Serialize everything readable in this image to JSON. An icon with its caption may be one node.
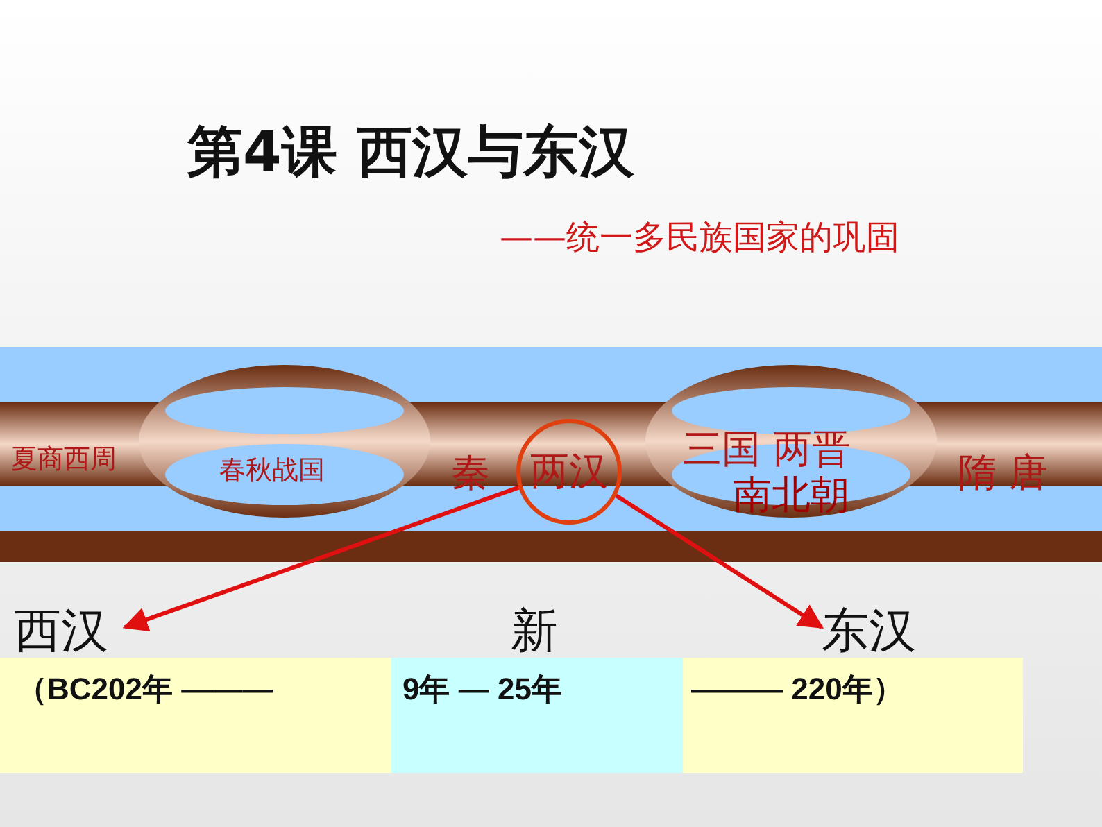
{
  "diagram": {
    "title": "第4课 西汉与东汉",
    "nodes": [
      {
        "text": [
          "两汉"
        ]
      },
      {
        "text": [
          "西汉"
        ]
      },
      {
        "text": [
          "东汉"
        ]
      },
      {
        "text": [
          "（BC202年 ———"
        ]
      },
      {
        "text": [
          "9年 — 25年"
        ]
      },
      {
        "text": [
          "——— 220年）"
        ]
      }
    ],
    "edges": [
      {
        "from": 0,
        "to": 1,
        "arrow": "to"
      },
      {
        "from": 0,
        "to": 2,
        "arrow": "to"
      }
    ],
    "labels": [
      "——统一多民族国家的巩固",
      "夏商西周",
      "春秋战国",
      "秦",
      "三国 两晋",
      "隋 唐",
      "南北朝",
      "新"
    ]
  }
}
